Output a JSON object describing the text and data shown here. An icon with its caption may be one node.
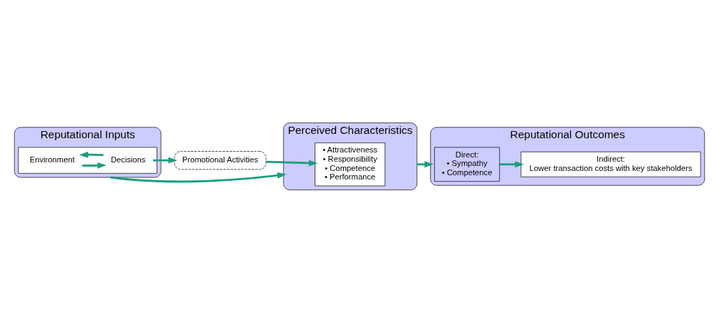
{
  "diagram": {
    "nodes": [
      {
        "text": [
          "Reputational Inputs"
        ]
      },
      {
        "text": [],
        "shape": "box",
        "in": 0
      },
      {
        "text": [
          "Environment"
        ],
        "in": 1
      },
      {
        "text": [
          "Decisions"
        ],
        "in": 1
      },
      {
        "text": [
          "Promotional Activities"
        ]
      },
      {
        "text": [
          "Perceived Characteristics"
        ]
      },
      {
        "text": [
          "• Attractiveness",
          "• Responsibility",
          "• Competence",
          "• Performance"
        ],
        "in": 5
      },
      {
        "text": [
          "Reputational Outcomes"
        ]
      },
      {
        "text": [
          "Direct:",
          "• Sympathy",
          "• Competence"
        ],
        "in": 7
      },
      {
        "text": [
          "Indirect:",
          "Lower transaction costs with key stakeholders"
        ],
        "in": 7
      }
    ],
    "edges": [
      {
        "from": 2,
        "to": 3,
        "arrow": "to"
      },
      {
        "from": 3,
        "to": 2,
        "arrow": "to"
      },
      {
        "from": 3,
        "to": 4,
        "arrow": "to"
      },
      {
        "from": 4,
        "to": 6,
        "arrow": "to"
      },
      {
        "from": 0,
        "to": 5,
        "arrow": "to"
      },
      {
        "from": 5,
        "to": 7,
        "arrow": "to"
      },
      {
        "from": 8,
        "to": 9,
        "arrow": "to"
      }
    ]
  }
}
